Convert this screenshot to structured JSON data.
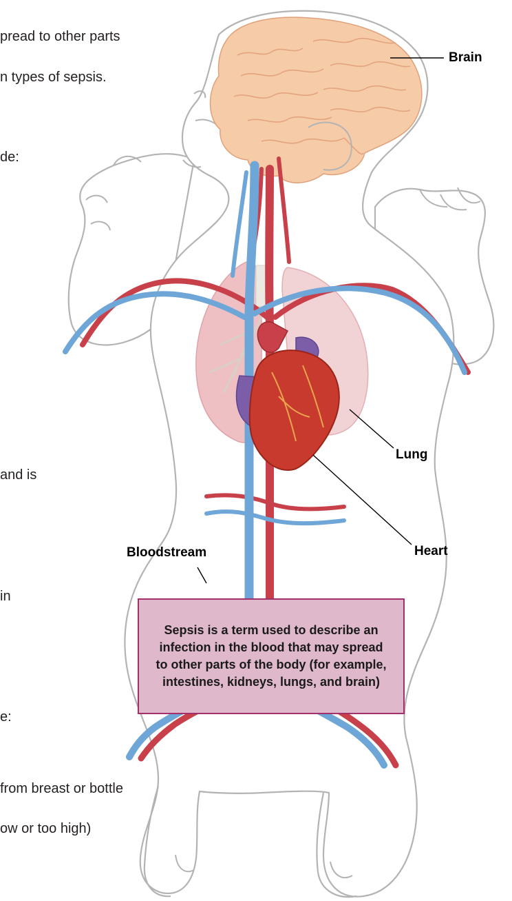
{
  "background_text": [
    "pread to other parts",
    "n types of sepsis.",
    "de:",
    "and is",
    "in",
    "e:",
    "from breast or bottle",
    "ow or too high)"
  ],
  "labels": {
    "brain": "Brain",
    "lung": "Lung",
    "heart": "Heart",
    "bloodstream": "Bloodstream"
  },
  "callout": {
    "text": "Sepsis is a term used to describe an infection in the blood that may spread to other parts of the body (for example, intestines, kidneys, lungs, and brain)"
  },
  "colors": {
    "callout_fill": "#dfb8cb",
    "callout_border": "#a4306a",
    "artery": "#c8414a",
    "vein": "#6ea6d8",
    "brain": "#f5c9a3",
    "lung": "#f0c7c9",
    "heart": "#c93a2e",
    "outline": "#b3b3b3"
  }
}
